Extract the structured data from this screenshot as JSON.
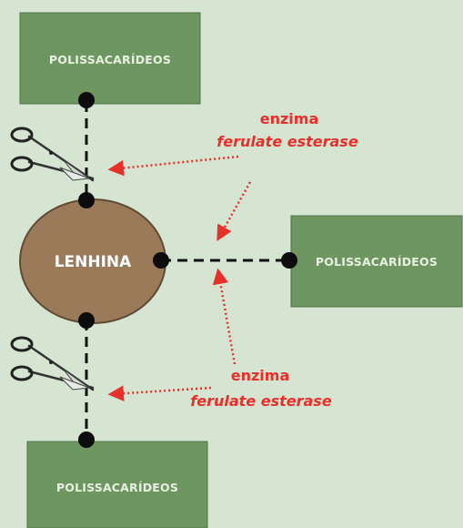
{
  "colors": {
    "background": "#d6e4d2",
    "box_fill": "#6d9660",
    "lignin_fill": "#9b7a5a",
    "accent_red": "#e8302a",
    "bond_line": "#111111"
  },
  "polysaccharides": {
    "top_label": "POLISSACARÍDEOS",
    "right_label": "POLISSACARÍDEOS",
    "bottom_label": "POLISSACARÍDEOS"
  },
  "lignin": {
    "label": "LENHINA"
  },
  "enzyme_top": {
    "line1": "enzima",
    "line2": "ferulate esterase"
  },
  "enzyme_bottom": {
    "line1": "enzima",
    "line2": "ferulate esterase"
  },
  "icons": [
    "scissors-icon",
    "scissors-icon"
  ]
}
